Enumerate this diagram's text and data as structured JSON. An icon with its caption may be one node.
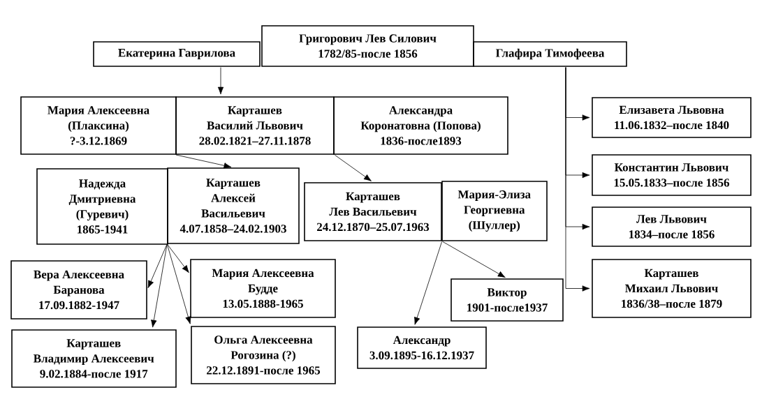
{
  "diagram": {
    "nodes": [
      {
        "text": [
          "Григорович Лев Силович",
          "1782/85-после 1856"
        ]
      },
      {
        "text": [
          "Екатерина Гаврилова"
        ]
      },
      {
        "text": [
          "Глафира Тимофеева"
        ]
      },
      {
        "text": [
          "Мария Алексеевна (Плаксина)",
          "?-3.12.1869"
        ]
      },
      {
        "text": [
          "Карташев Василий Львович",
          "28.02.1821–27.11.1878"
        ]
      },
      {
        "text": [
          "Александра Коронатовна (Попова)",
          "1836-после1893"
        ]
      },
      {
        "text": [
          "Елизавета Львовна",
          "11.06.1832–после 1840"
        ]
      },
      {
        "text": [
          "Константин Львович",
          "15.05.1833–после 1856"
        ]
      },
      {
        "text": [
          "Лев Львович",
          "1834–после 1856"
        ]
      },
      {
        "text": [
          "Карташев Михаил Львович",
          "1836/38–после 1879"
        ]
      },
      {
        "text": [
          "Надежда Дмитриевна (Гуревич)",
          "1865-1941"
        ]
      },
      {
        "text": [
          "Карташев Алексей Васильевич",
          "4.07.1858–24.02.1903"
        ]
      },
      {
        "text": [
          "Карташев Лев Васильевич",
          "24.12.1870–25.07.1963"
        ]
      },
      {
        "text": [
          "Мария-Элиза Георгиевна (Шуллер)"
        ]
      },
      {
        "text": [
          "Вера Алексеевна Баранова",
          "17.09.1882-1947"
        ]
      },
      {
        "text": [
          "Мария Алексеевна Будде",
          "13.05.1888-1965"
        ]
      },
      {
        "text": [
          "Карташев Владимир Алексеевич",
          "9.02.1884-после 1917"
        ]
      },
      {
        "text": [
          "Ольга Алексеевна Рогозина (?)",
          "22.12.1891-после 1965"
        ]
      },
      {
        "text": [
          "Виктор",
          "1901-после1937"
        ]
      },
      {
        "text": [
          "Александр",
          "3.09.1895-16.12.1937"
        ]
      }
    ],
    "edges": [
      {
        "from": 1,
        "to": 4,
        "arrow": "to"
      },
      {
        "from": 2,
        "to": 6,
        "arrow": "to"
      },
      {
        "from": 2,
        "to": 7,
        "arrow": "to"
      },
      {
        "from": 2,
        "to": 8,
        "arrow": "to"
      },
      {
        "from": 2,
        "to": 9,
        "arrow": "to"
      },
      {
        "from": 4,
        "to": 11,
        "arrow": "to"
      },
      {
        "from": 4,
        "to": 12,
        "arrow": "to"
      },
      {
        "from": 11,
        "to": 14,
        "arrow": "to"
      },
      {
        "from": 11,
        "to": 16,
        "arrow": "to"
      },
      {
        "from": 11,
        "to": 15,
        "arrow": "to"
      },
      {
        "from": 11,
        "to": 17,
        "arrow": "to"
      },
      {
        "from": 12,
        "to": 19,
        "arrow": "to"
      },
      {
        "from": 12,
        "to": 18,
        "arrow": "to"
      }
    ]
  }
}
